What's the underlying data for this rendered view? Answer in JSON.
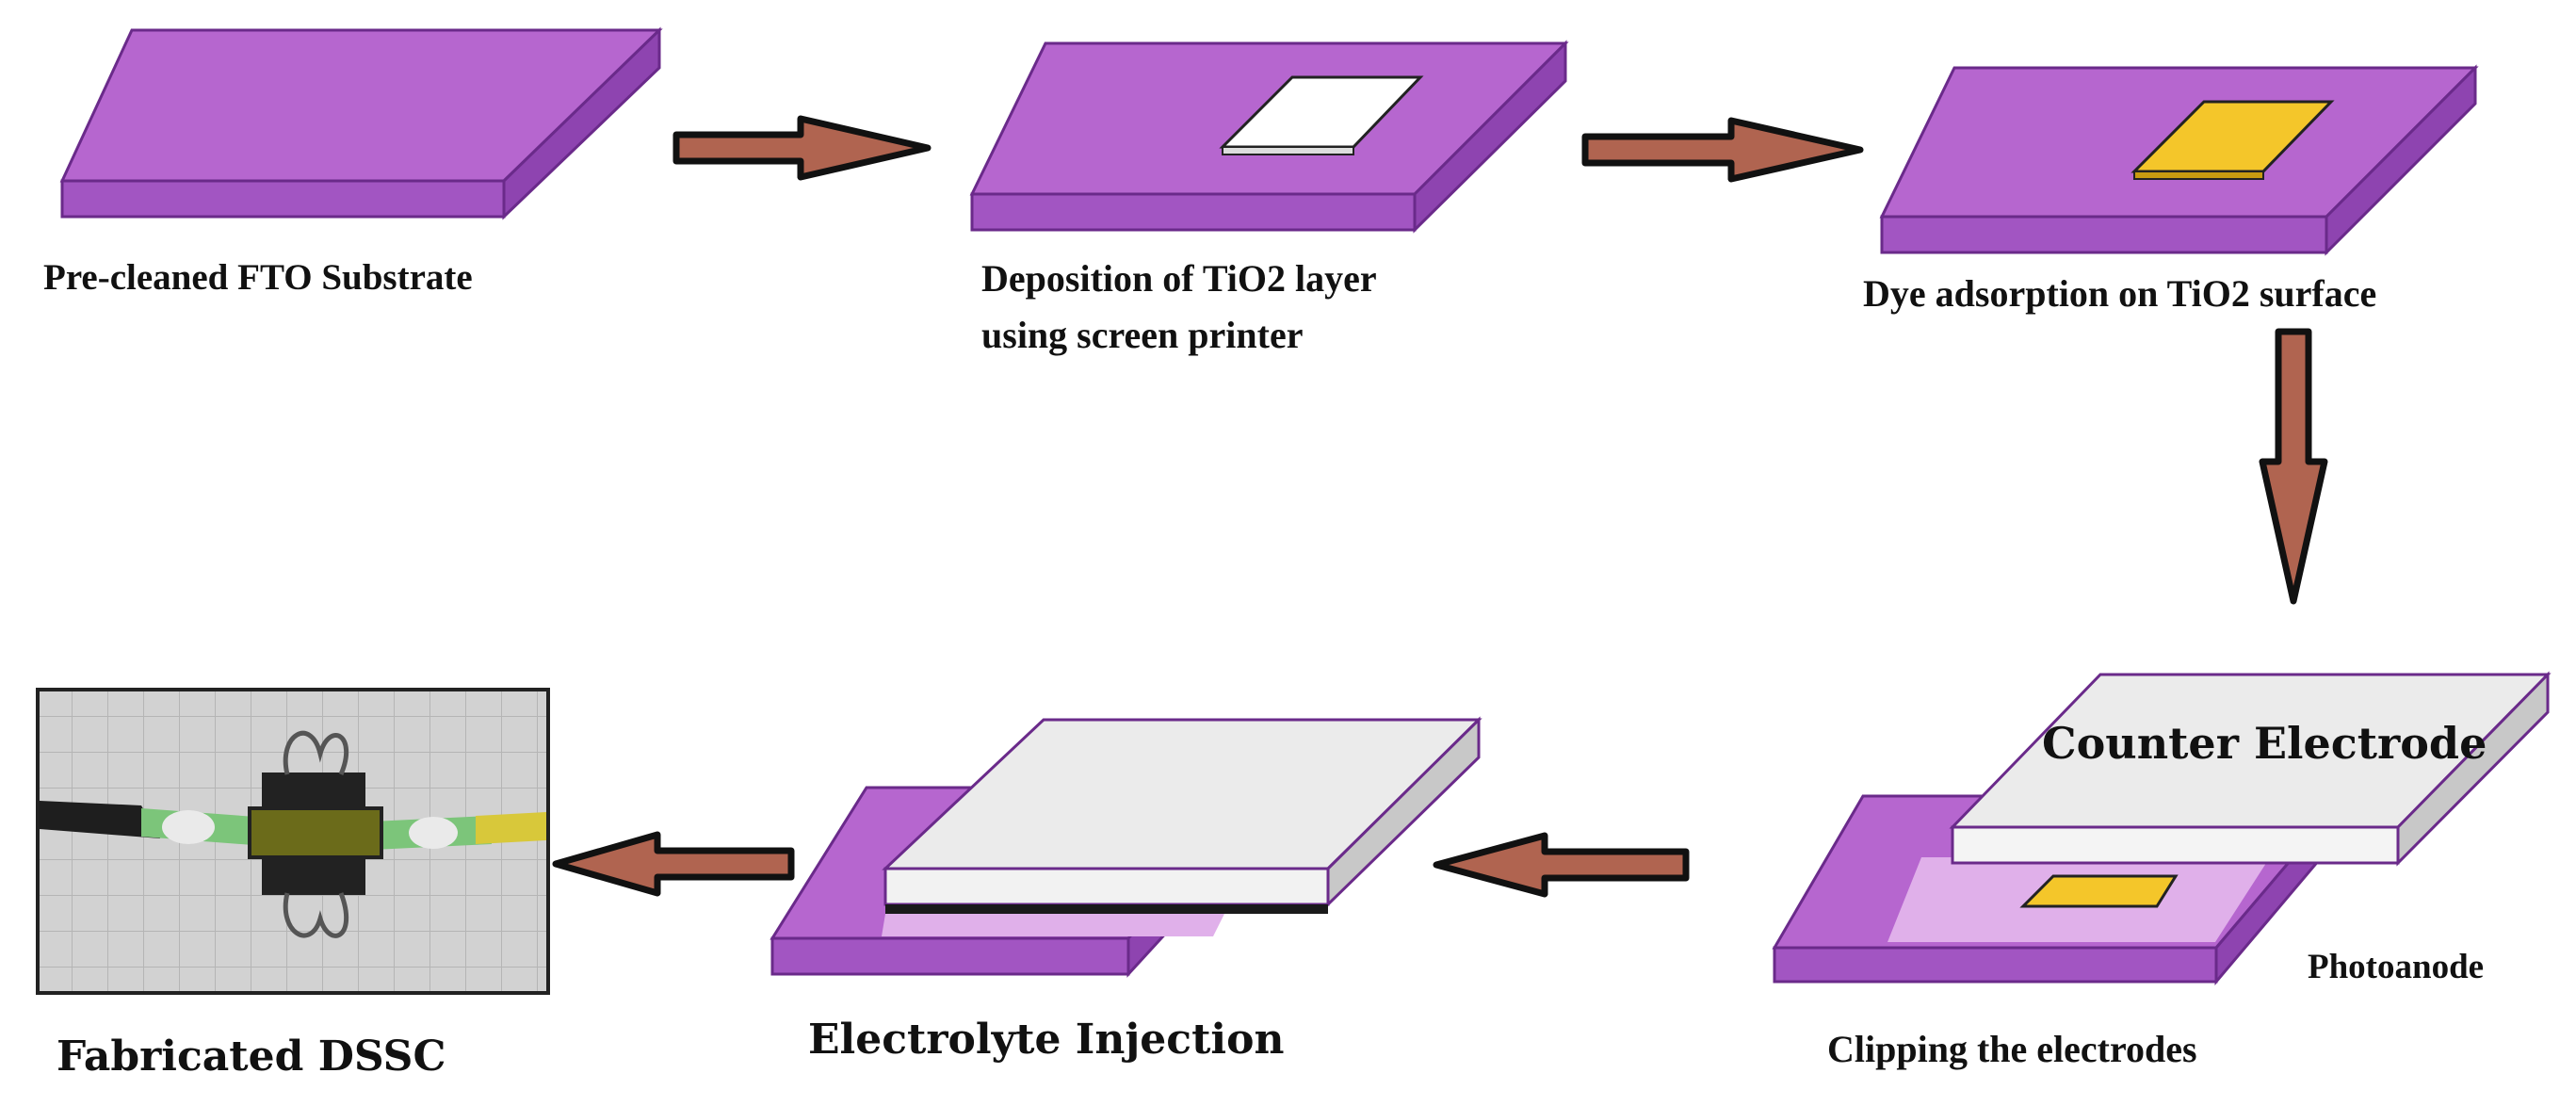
{
  "steps": {
    "step1": {
      "label": "Pre-cleaned FTO Substrate"
    },
    "step2": {
      "label_line1": "Deposition of TiO2 layer",
      "label_line2": "using screen printer"
    },
    "step3": {
      "label": "Dye adsorption on TiO2 surface"
    },
    "step4": {
      "label": "Clipping the electrodes",
      "counter_electrode": "Counter Electrode",
      "photoanode": "Photoanode"
    },
    "step5": {
      "label": "Electrolyte Injection"
    },
    "step6": {
      "label": "Fabricated DSSC"
    }
  },
  "colors": {
    "substrate_top": "#b666cf",
    "substrate_side": "#a255c2",
    "substrate_edge": "#6a2a8a",
    "tio2": "#ffffff",
    "dye": "#f4c62a",
    "counter_top": "#ebebeb",
    "counter_side": "#c8c8c8",
    "arrow_fill": "#b06450",
    "arrow_stroke": "#111111",
    "photo_bg": "#cfcfcf"
  }
}
